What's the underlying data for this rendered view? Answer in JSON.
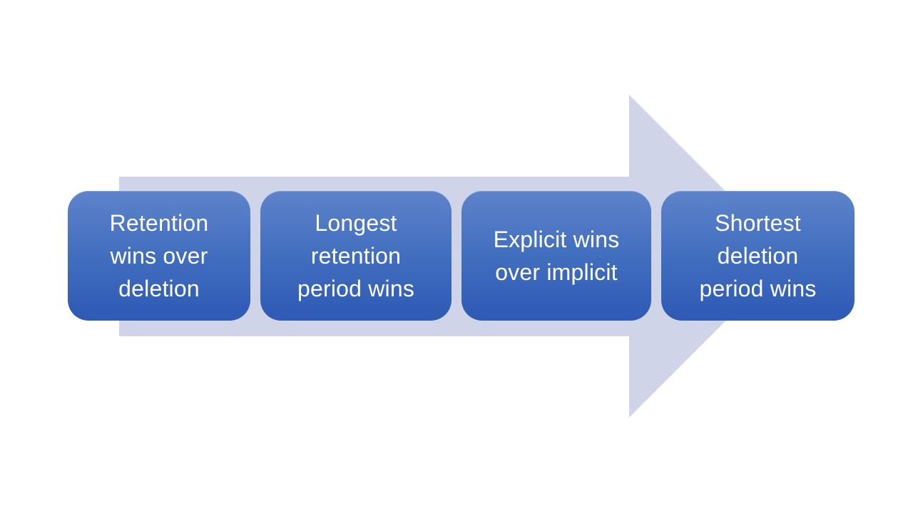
{
  "diagram": {
    "type": "process-arrow",
    "direction": "right",
    "steps": [
      {
        "label": "Retention\nwins over\ndeletion"
      },
      {
        "label": "Longest\nretention\nperiod wins"
      },
      {
        "label": "Explicit wins\nover implicit"
      },
      {
        "label": "Shortest\ndeletion\nperiod wins"
      }
    ]
  },
  "colors": {
    "bg": "#FFFFFF",
    "arrow-fill": "#CFD4E9",
    "box-top": "#5E83CB",
    "box-mid": "#4470C0",
    "box-bottom": "#2E59B5",
    "text": "#FFFFFF"
  }
}
